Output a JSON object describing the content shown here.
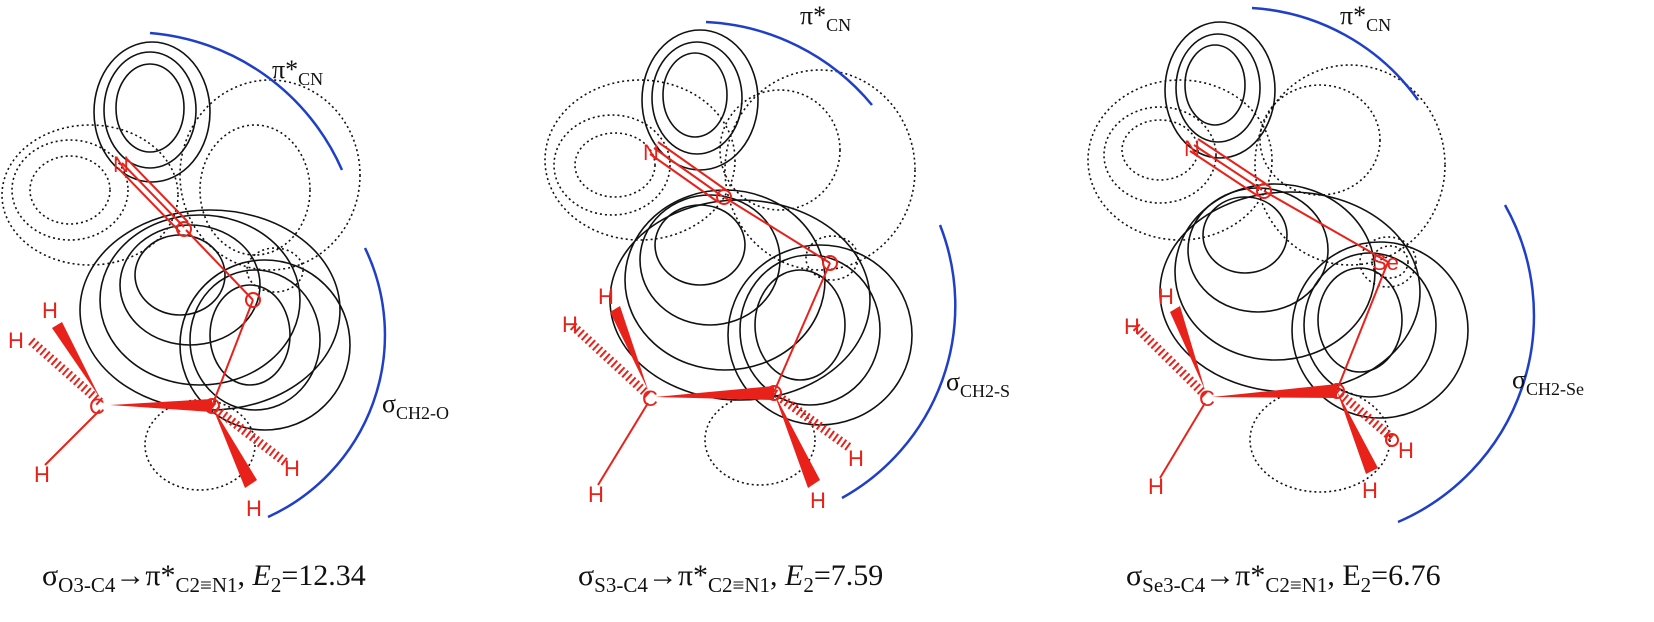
{
  "panels": [
    {
      "orbital_top": {
        "sym": "π*",
        "sub": "CN"
      },
      "orbital_side": {
        "sym": "σ",
        "sub": "CH2-O"
      },
      "atoms": {
        "n": "N",
        "c_methyl": "C",
        "h": "H"
      },
      "caption": {
        "sigma": "σ",
        "sigma_sub": "O3-C4",
        "arrow": "→",
        "pi": "π*",
        "pi_sub": "C2≡N1",
        "comma": ", ",
        "e": "E",
        "e_sub": "2",
        "eq": "=12.34"
      }
    },
    {
      "orbital_top": {
        "sym": "π*",
        "sub": "CN"
      },
      "orbital_side": {
        "sym": "σ",
        "sub": "CH2-S"
      },
      "atoms": {
        "n": "N",
        "c_methyl": "C",
        "h": "H"
      },
      "caption": {
        "sigma": "σ",
        "sigma_sub": "S3-C4",
        "arrow": "→",
        "pi": "π*",
        "pi_sub": "C2≡N1",
        "comma": ", ",
        "e": "E",
        "e_sub": "2",
        "eq": "=7.59"
      }
    },
    {
      "orbital_top": {
        "sym": "π*",
        "sub": "CN"
      },
      "orbital_side": {
        "sym": "σ",
        "sub": "CH2-Se"
      },
      "atoms": {
        "n": "N",
        "c_methyl": "C",
        "h": "H",
        "se": "Se"
      },
      "caption": {
        "sigma": "σ",
        "sigma_sub": "Se3-C4",
        "arrow": "→",
        "pi": "π*",
        "pi_sub": "C2≡N1",
        "comma": ", ",
        "e": "E",
        "e_sub": "2",
        "eq": "=6.76"
      }
    }
  ],
  "colors": {
    "atoms": "#e8221b",
    "orbital_arc": "#1f3fc8",
    "contour": "#111111"
  }
}
